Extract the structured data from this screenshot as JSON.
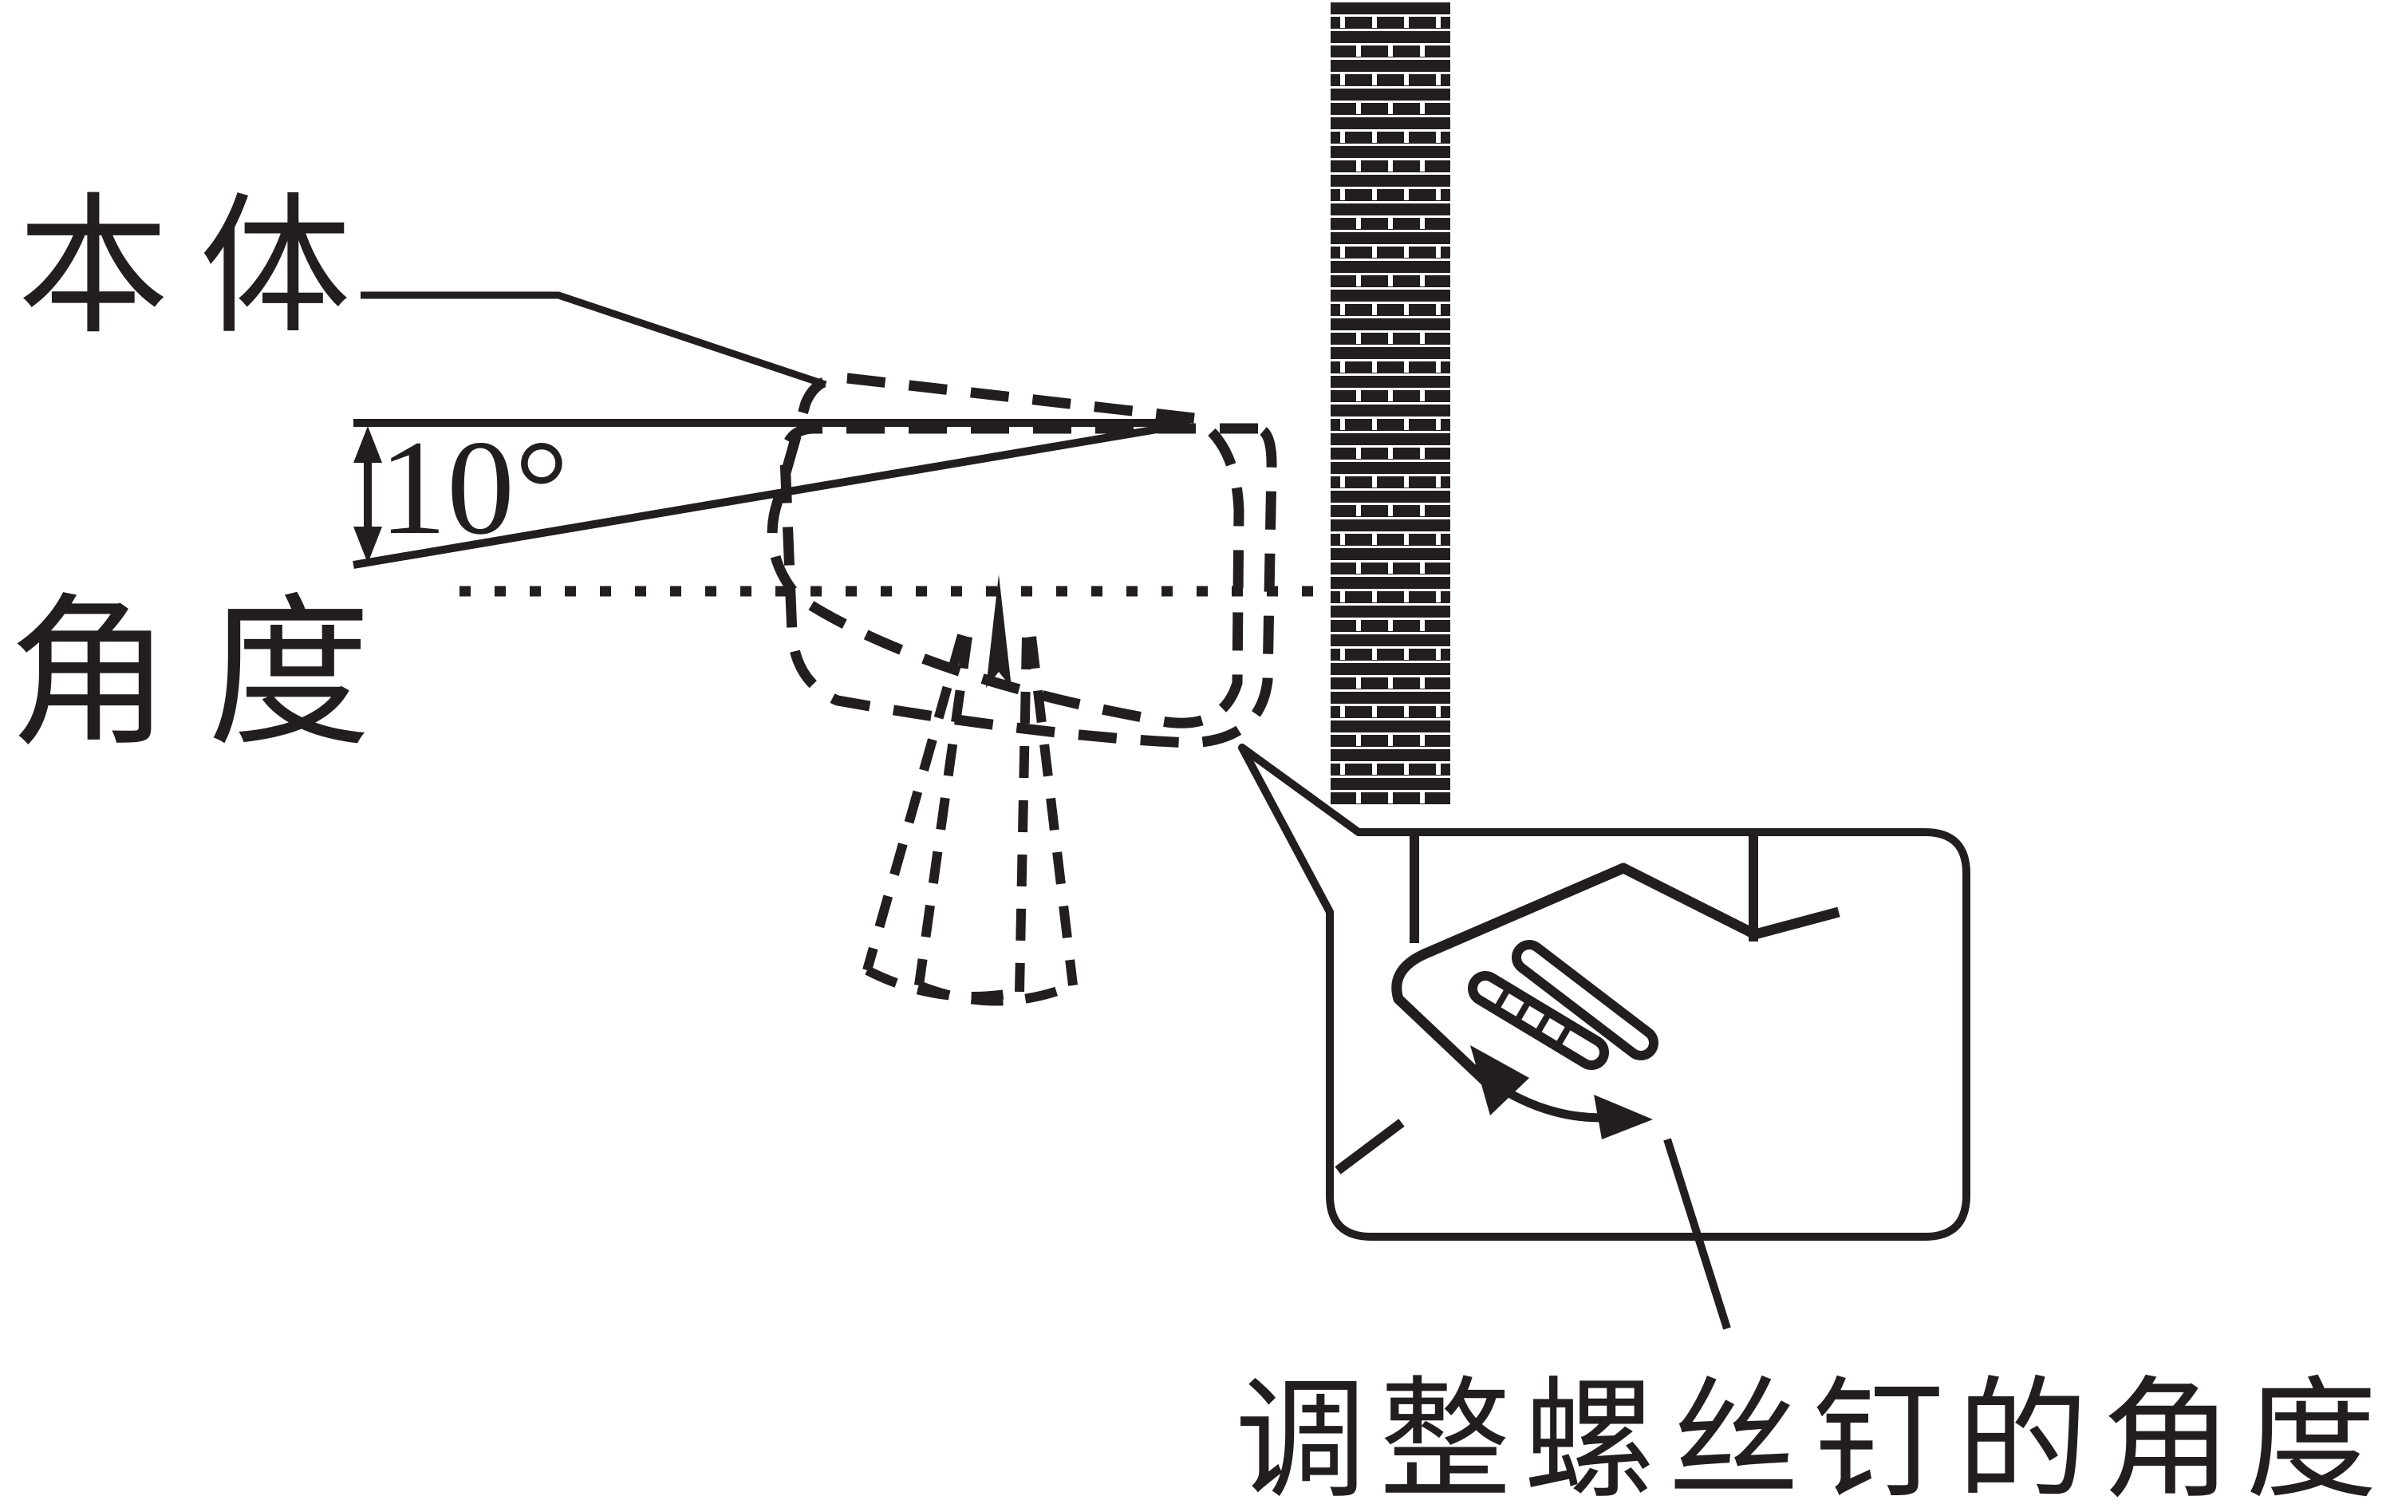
{
  "figure": {
    "background_color": "#ffffff",
    "ink_color": "#221e1f",
    "labels": {
      "body": "本体",
      "angle": "角度",
      "angle_value": "10°",
      "caption": "调整螺丝钉的角度"
    }
  }
}
